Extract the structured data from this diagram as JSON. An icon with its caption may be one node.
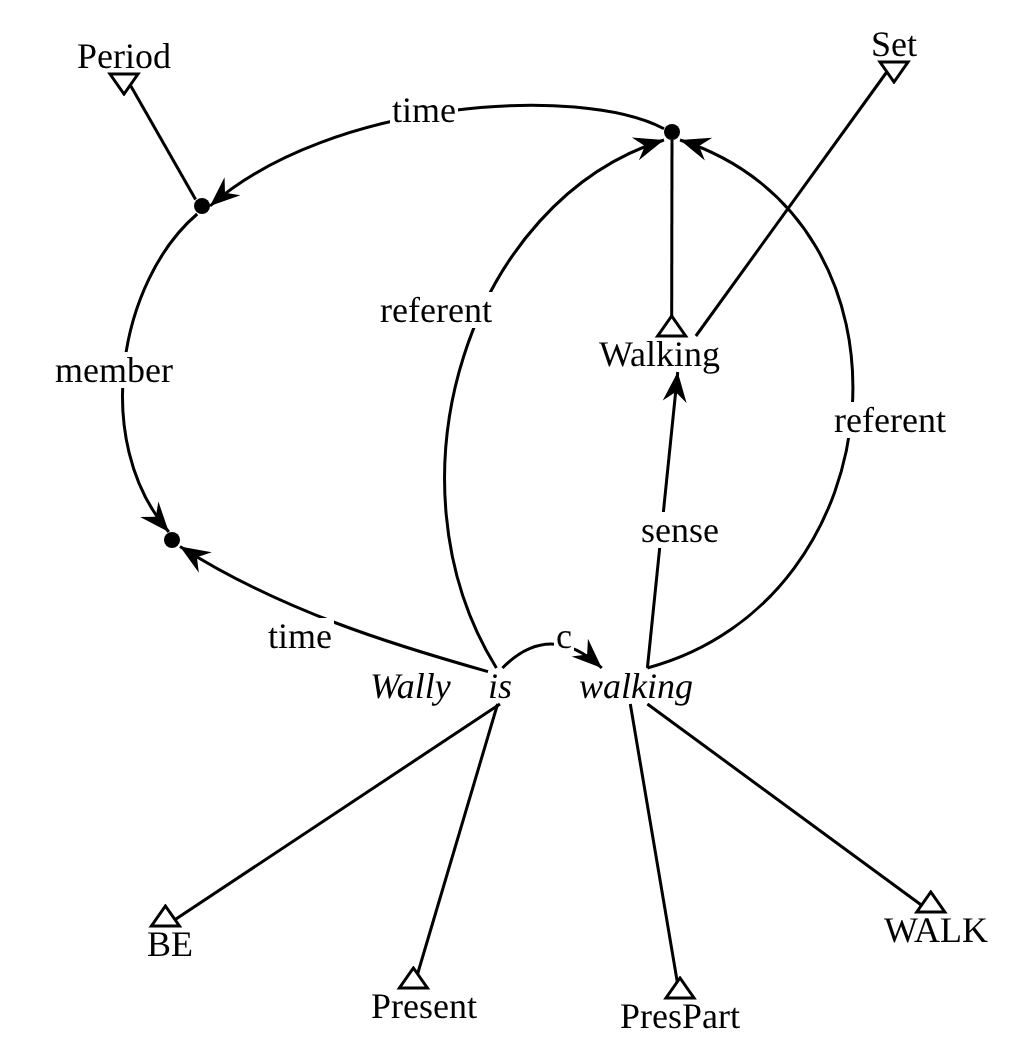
{
  "diagram": {
    "nodes": [
      {
        "text": [
          "Period"
        ]
      },
      {
        "text": [
          "Set"
        ]
      },
      {
        "text": [],
        "shape": "circle"
      },
      {
        "text": [],
        "shape": "circle"
      },
      {
        "text": [
          "Walking"
        ]
      },
      {
        "text": [],
        "shape": "circle"
      },
      {
        "text": [
          "is"
        ]
      },
      {
        "text": [
          "walking"
        ]
      },
      {
        "text": [
          "BE"
        ]
      },
      {
        "text": [
          "Present"
        ]
      },
      {
        "text": [
          "PresPart"
        ]
      },
      {
        "text": [
          "WALK"
        ]
      }
    ],
    "edges": [
      {
        "from": 2,
        "to": 0,
        "arrow": "other"
      },
      {
        "from": 3,
        "to": 4,
        "arrow": "other"
      },
      {
        "from": 4,
        "to": 1,
        "arrow": "other"
      },
      {
        "from": 3,
        "to": 2,
        "arrow": "to",
        "label": "time"
      },
      {
        "from": 2,
        "to": 5,
        "arrow": "to",
        "label": "member"
      },
      {
        "from": 6,
        "to": 5,
        "arrow": "to",
        "label": "time"
      },
      {
        "from": 6,
        "to": 3,
        "arrow": "to",
        "label": "referent"
      },
      {
        "from": 7,
        "to": 3,
        "arrow": "to",
        "label": "referent"
      },
      {
        "from": 6,
        "to": 7,
        "arrow": "to",
        "label": "c"
      },
      {
        "from": 7,
        "to": 4,
        "arrow": "to",
        "label": "sense"
      },
      {
        "from": 6,
        "to": 8,
        "arrow": "other"
      },
      {
        "from": 6,
        "to": 9,
        "arrow": "other"
      },
      {
        "from": 7,
        "to": 10,
        "arrow": "other"
      },
      {
        "from": 7,
        "to": 11,
        "arrow": "other"
      }
    ],
    "labels": [
      "Wally"
    ]
  }
}
